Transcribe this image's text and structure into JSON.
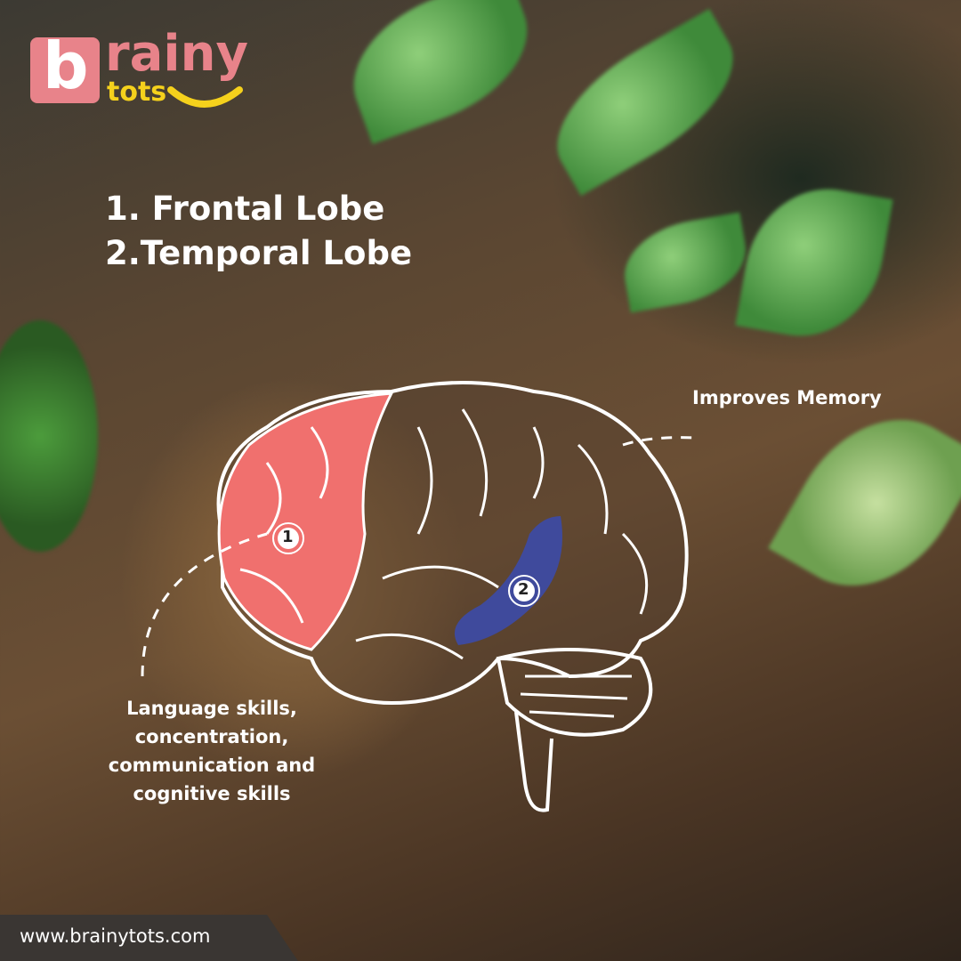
{
  "logo": {
    "text_top": "rainy",
    "text_bottom": "tots",
    "letter": "b",
    "colors": {
      "pink": "#e8838a",
      "yellow": "#f5d11c"
    }
  },
  "title": {
    "lines": [
      "1.  Frontal Lobe",
      "2.Temporal Lobe"
    ]
  },
  "annotations": {
    "temporal": "Improves Memory",
    "frontal": [
      "Language skills,",
      "concentration,",
      "communication and",
      "cognitive skills"
    ]
  },
  "markers": [
    "1",
    "2"
  ],
  "colors": {
    "frontal": "#f0706e",
    "temporal": "#3f4a9c"
  },
  "footer": {
    "url": "www.brainytots.com"
  }
}
